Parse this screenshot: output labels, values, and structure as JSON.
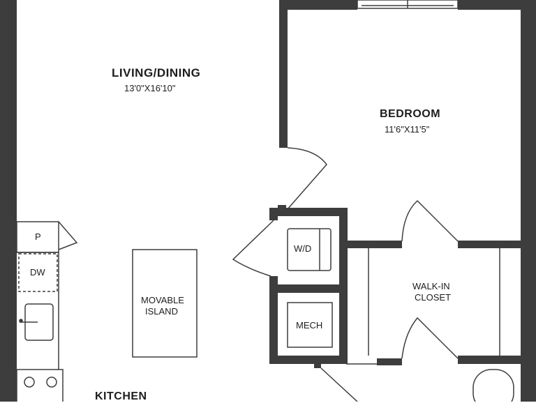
{
  "rooms": {
    "living": {
      "name": "LIVING/DINING",
      "dims": "13'0\"X16'10\""
    },
    "bedroom": {
      "name": "BEDROOM",
      "dims": "11'6\"X11'5\""
    },
    "closet": {
      "line1": "WALK-IN",
      "line2": "CLOSET"
    },
    "kitchen": {
      "name": "KITCHEN"
    }
  },
  "fixtures": {
    "pantry": "P",
    "dishwasher": "DW",
    "washer_dryer": "W/D",
    "mech": "MECH",
    "island_line1": "MOVABLE",
    "island_line2": "ISLAND"
  },
  "colors": {
    "wall": "#3d3d3d",
    "line": "#3d3d3d"
  }
}
